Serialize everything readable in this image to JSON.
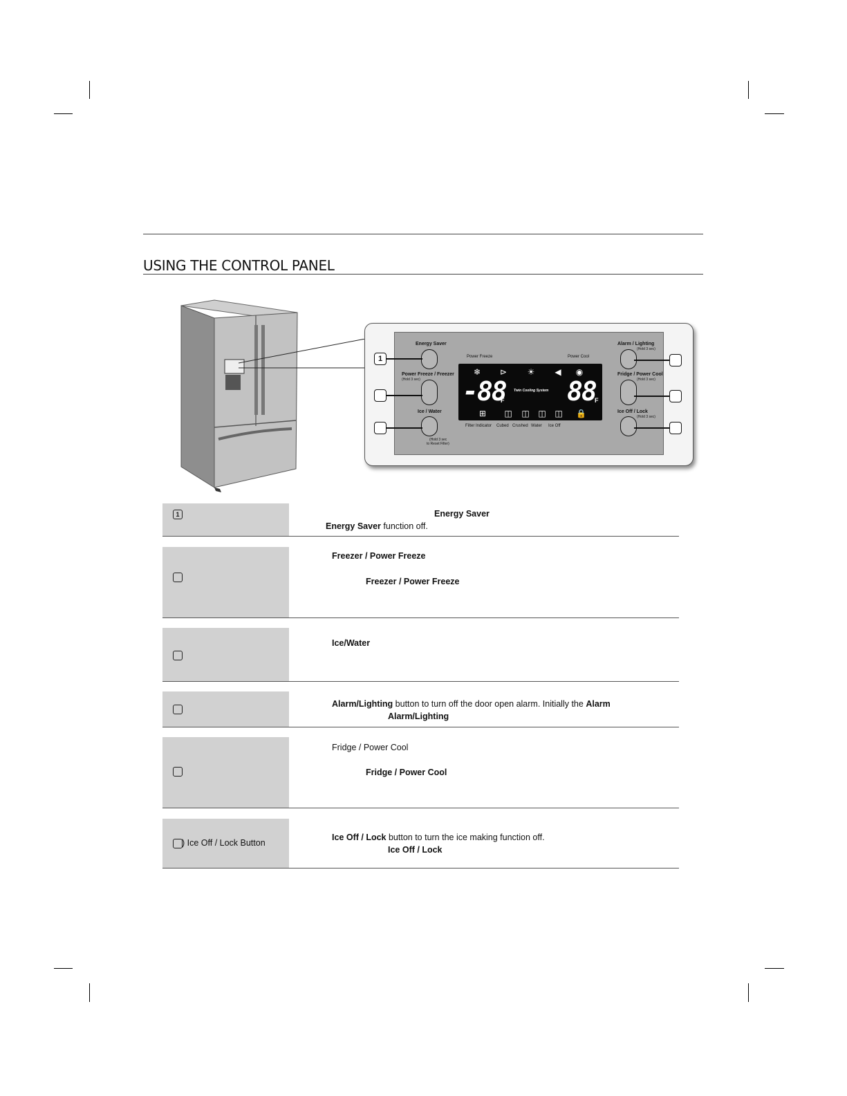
{
  "heading": "USING THE CONTROL PANEL",
  "panel": {
    "energy_saver": "Energy Saver",
    "power_freeze_freezer": "Power Freeze / Freezer",
    "hold3_a": "(Hold 3 sec)",
    "ice_water": "Ice / Water",
    "hold_reset_1": "(Hold 3 sec",
    "hold_reset_2": "to Reset Filter)",
    "power_freeze_top": "Power Freeze",
    "power_cool_top": "Power Cool",
    "alarm_lighting": "Alarm  /  Lighting",
    "hold3_b": "(Hold 3 sec)",
    "fridge_power_cool": "Fridge / Power Cool",
    "hold3_c": "(Hold 3 sec)",
    "ice_off_lock": "Ice Off  /  Lock",
    "hold3_d": "(Hold 3 sec)",
    "digits_left": "-88",
    "digits_right": "88",
    "unit": "F",
    "twin": "Twin Cooling System",
    "icon_labels": [
      "Filter Indicator",
      "Cubed",
      "Crushed",
      "Water",
      "Ice Off"
    ],
    "callout_1": "1"
  },
  "rows": [
    {
      "box": "1",
      "label": "",
      "lines": [
        {
          "bold": "Energy Saver",
          "rest": ""
        },
        {
          "bold": "Energy Saver",
          "rest": " function off."
        }
      ]
    },
    {
      "box": "",
      "label": "",
      "lines": [
        {
          "bold": "Freezer / Power Freeze",
          "rest": ""
        },
        {
          "bold": "Freezer / Power Freeze",
          "rest": ""
        }
      ]
    },
    {
      "box": "",
      "label": "",
      "lines": [
        {
          "bold": "Ice/Water",
          "rest": ""
        }
      ]
    },
    {
      "box": "",
      "label": "",
      "lines": [
        {
          "bold": "Alarm/Lighting",
          "rest": " button to turn off the door open alarm. Initially the ",
          "bold2": "Alarm"
        },
        {
          "bold": "Alarm/Lighting",
          "rest": ""
        }
      ]
    },
    {
      "box": "",
      "label": "",
      "lines": [
        {
          "bold": "",
          "rest": "Fridge / Power Cool"
        },
        {
          "bold": "Fridge / Power Cool",
          "rest": ""
        }
      ]
    },
    {
      "box": "",
      "label": ") Ice Off / Lock Button",
      "lines": [
        {
          "bold": "Ice Off / Lock",
          "rest": " button to turn the ice making function off."
        },
        {
          "bold": "Ice Off / Lock",
          "rest": ""
        }
      ]
    }
  ]
}
